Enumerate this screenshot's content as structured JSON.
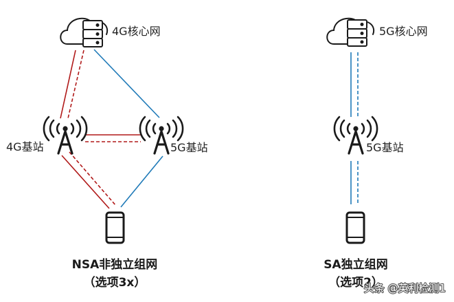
{
  "nsa": {
    "core_label": "4G核心网",
    "bs4g_label": "4G基站",
    "bs5g_label": "5G基站",
    "caption_line1": "NSA非独立组网",
    "caption_line2": "（选项3x）"
  },
  "sa": {
    "core_label": "5G核心网",
    "bs5g_label": "5G基站",
    "caption_line1": "SA独立组网",
    "caption_line2": "（选项2）"
  },
  "watermark": "头条 @英利检测1",
  "colors": {
    "lte_link": "#b01818",
    "nr_link": "#1f7ab8",
    "icon": "#1a1a1a"
  },
  "icons": [
    "cloud-icon",
    "server-icon",
    "antenna-tower-icon",
    "smartphone-icon"
  ]
}
